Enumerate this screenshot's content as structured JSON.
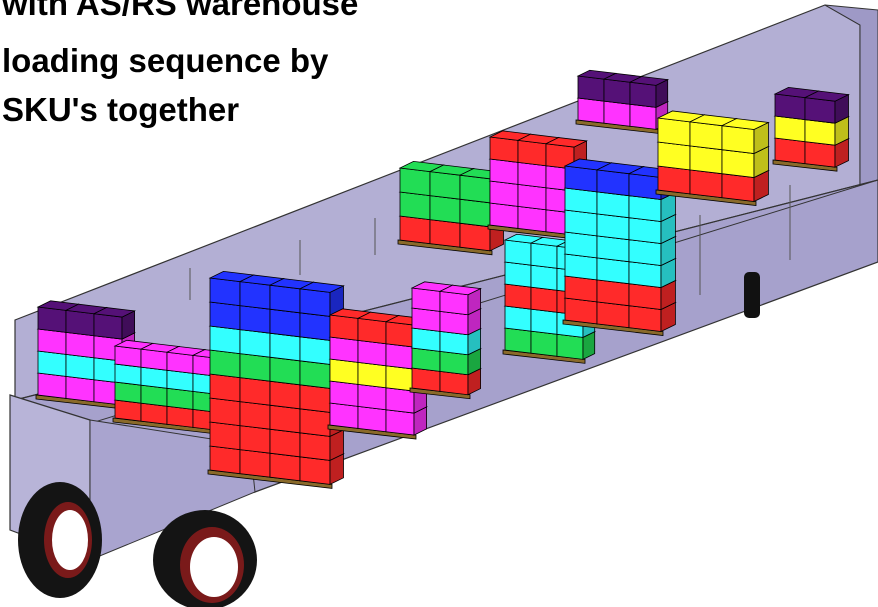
{
  "caption": {
    "line1": "with AS/RS warehouse",
    "line2": "loading sequence by",
    "line3": "SKU's together"
  },
  "colors": {
    "trailer_floor": "#a8a3cc",
    "trailer_wall": "#b3afd4",
    "trailer_dark": "#8f8ab8",
    "wheel_tire": "#141414",
    "wheel_rim": "#7a1a1a",
    "box_red": "#ff2a2a",
    "box_magenta": "#ff33ff",
    "box_cyan": "#33ffff",
    "box_green": "#22dd55",
    "box_yellow": "#ffff22",
    "box_blue": "#2233ff",
    "box_purple": "#551177",
    "pallet": "#8a6a2a"
  }
}
